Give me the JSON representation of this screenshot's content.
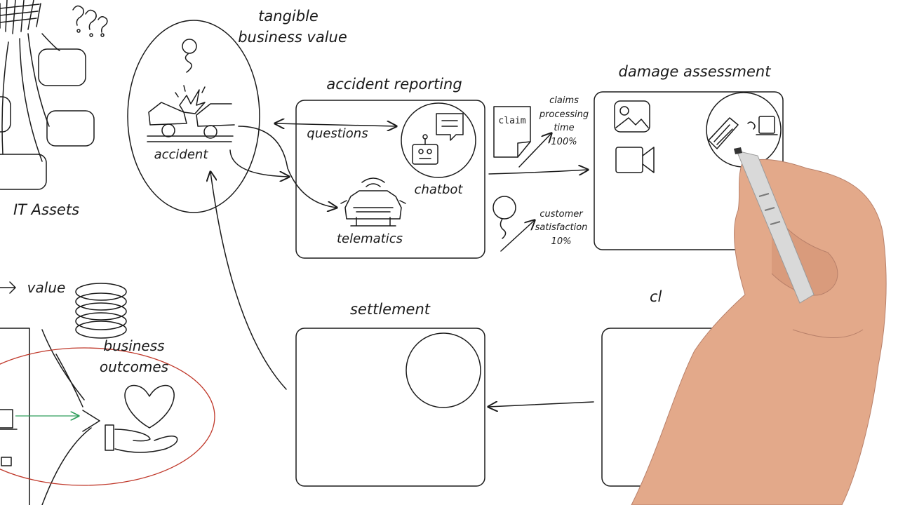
{
  "labels": {
    "tangible_line1": "tangible",
    "tangible_line2": "business value",
    "accident": "accident",
    "it_assets": "IT Assets",
    "value": "value",
    "business_line1": "business",
    "business_line2": "outcomes",
    "accident_reporting": "accident reporting",
    "questions": "questions",
    "chatbot": "chatbot",
    "telematics": "telematics",
    "claim_doc": "claim",
    "claims_line1": "claims",
    "claims_line2": "processing",
    "claims_line3": "time",
    "claims_pct": "100%",
    "cust_line1": "customer",
    "cust_line2": "satisfaction",
    "cust_pct": "10%",
    "damage_assessment": "damage assessment",
    "settlement": "settlement",
    "partial_label": "cl"
  },
  "colors": {
    "ink": "#1a1a1a",
    "red_ellipse": "#c0392b",
    "green_arrow": "#2e9e5b",
    "skin": "#e3a98a",
    "marker": "#d9d9d9"
  },
  "icons": [
    "buildings-icon",
    "question-marks-icon",
    "lightbulb-icon",
    "car-crash-icon",
    "chatbot-icon",
    "robot-icon",
    "car-telematics-icon",
    "claim-document-icon",
    "lightbulb-icon",
    "image-icon",
    "video-camera-icon",
    "documents-icon",
    "database-stack-icon",
    "heart-hand-icon",
    "laptop-icon"
  ]
}
